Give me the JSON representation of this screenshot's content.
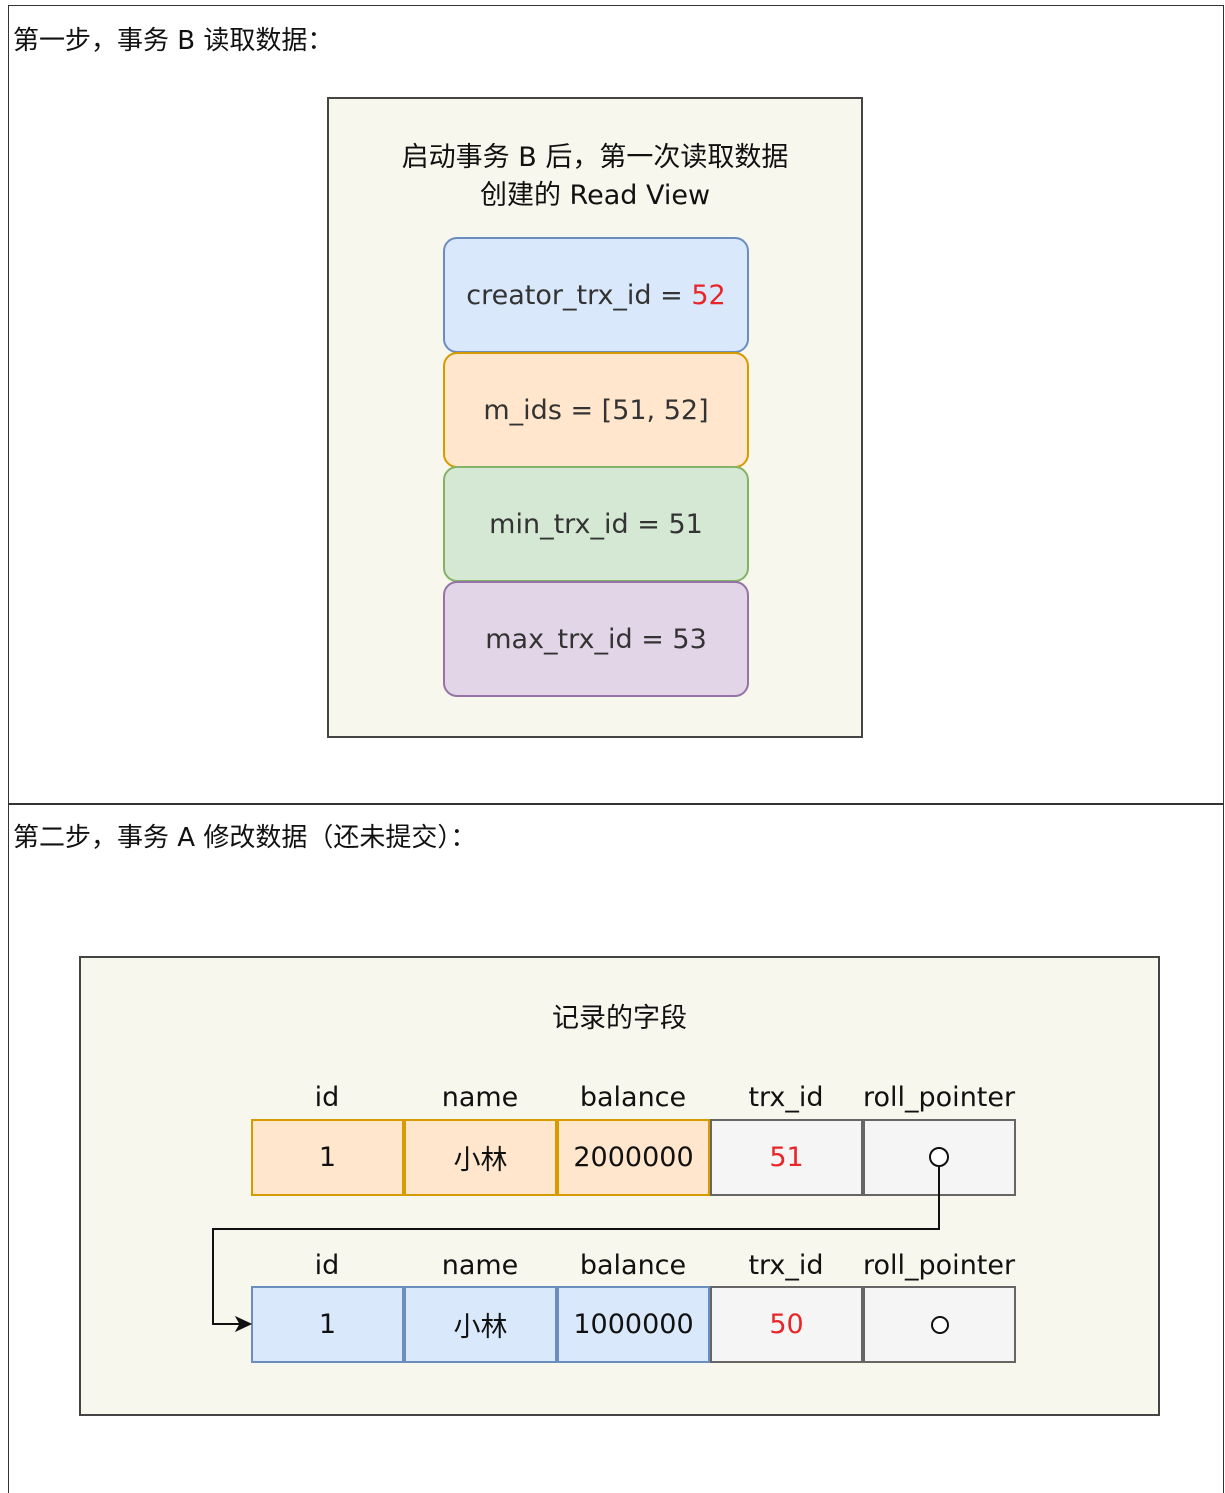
{
  "step1": {
    "heading": "第一步，事务 B 读取数据：",
    "read_view": {
      "title_line1": "启动事务 B 后，第一次读取数据",
      "title_line2": "创建的 Read View",
      "creator_trx_id_label": "creator_trx_id = ",
      "creator_trx_id_value": "52",
      "m_ids": "m_ids = [51, 52]",
      "min_trx_id": "min_trx_id = 51",
      "max_trx_id": "max_trx_id = 53"
    }
  },
  "step2": {
    "heading": "第二步，事务 A 修改数据（还未提交）：",
    "record": {
      "title": "记录的字段",
      "columns": [
        "id",
        "name",
        "balance",
        "trx_id",
        "roll_pointer"
      ],
      "rows": [
        {
          "id": "1",
          "name": "小林",
          "balance": "2000000",
          "trx_id": "51"
        },
        {
          "id": "1",
          "name": "小林",
          "balance": "1000000",
          "trx_id": "50"
        }
      ]
    }
  },
  "colors": {
    "blue_fill": "#dae8fc",
    "blue_stroke": "#6c8ebf",
    "orange_fill": "#ffe6cc",
    "orange_stroke": "#d79b00",
    "green_fill": "#d5e8d4",
    "green_stroke": "#82b366",
    "purple_fill": "#e1d5e7",
    "purple_stroke": "#9673a6",
    "highlight_red": "#e8262a",
    "panel_fill": "#f8f7ed"
  }
}
